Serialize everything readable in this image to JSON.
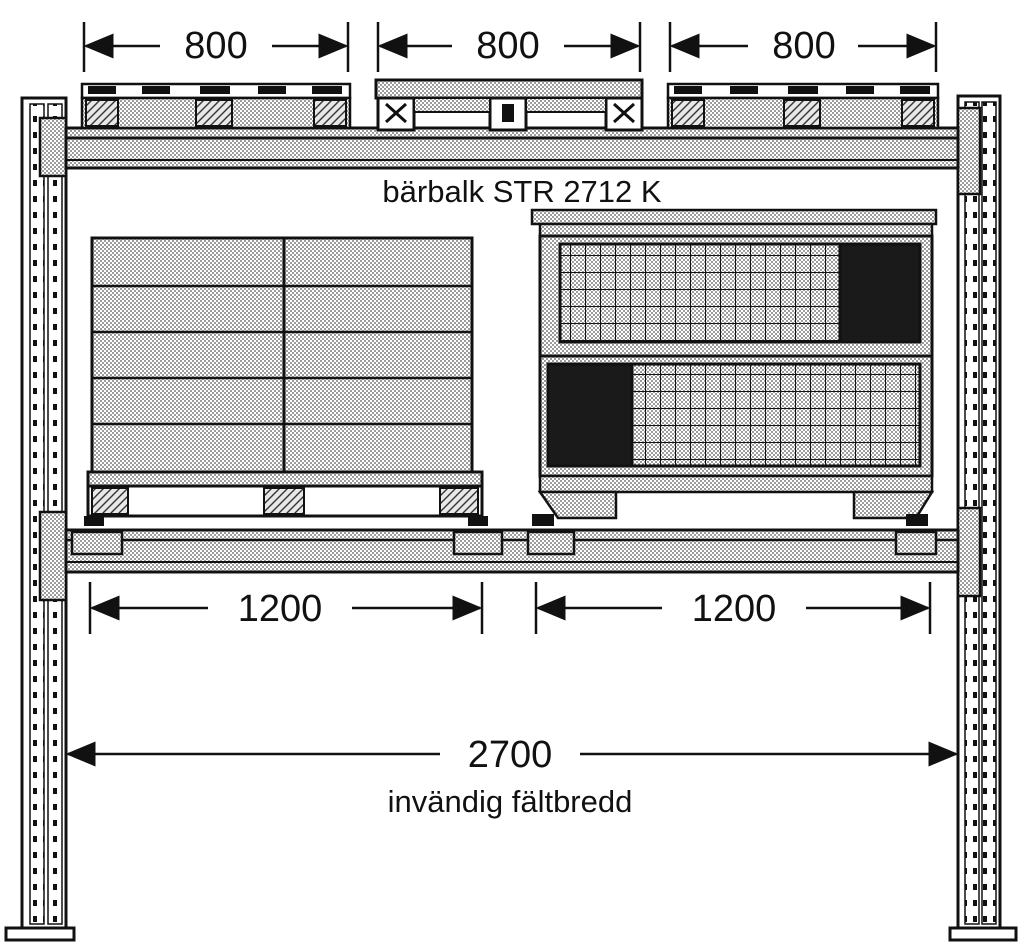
{
  "labels": {
    "top_dim_1": "800",
    "top_dim_2": "800",
    "top_dim_3": "800",
    "beam_caption": "bärbalk STR 2712 K",
    "bottom_dim_1": "1200",
    "bottom_dim_2": "1200",
    "span_dim": "2700",
    "span_caption": "invändig fältbredd"
  },
  "colors": {
    "ink": "#111111",
    "paper": "#ffffff",
    "dotted_fill": "#d9d9d9",
    "dark_panel": "#1a1a1a"
  }
}
